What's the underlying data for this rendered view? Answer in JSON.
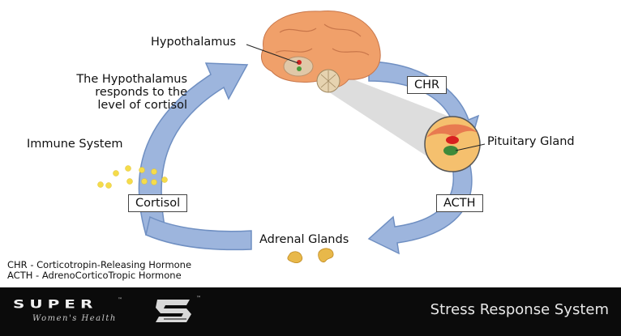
{
  "diagram": {
    "labels": {
      "hypothalamus": "Hypothalamus",
      "feedback": [
        "The Hypothalamus",
        "responds to the",
        "level of cortisol"
      ],
      "immune_system": "Immune System",
      "pituitary_gland": "Pituitary Gland",
      "adrenal_glands": "Adrenal Glands"
    },
    "boxes": {
      "chr": "CHR",
      "acth": "ACTH",
      "cortisol": "Cortisol"
    },
    "legend": [
      "CHR - Corticotropin-Releasing Hormone",
      "ACTH - AdrenoCorticoTropic Hormone"
    ],
    "colors": {
      "arrow_fill": "#9db5dd",
      "arrow_stroke": "#6f8fc2",
      "brain": "#f0a06a",
      "cortisol_dots": "#f5dc4a",
      "adrenal": "#e8b84a"
    }
  },
  "footer": {
    "logo_text": "SUPER",
    "logo_tagline": "Women's Health",
    "title": "Stress Response System"
  }
}
